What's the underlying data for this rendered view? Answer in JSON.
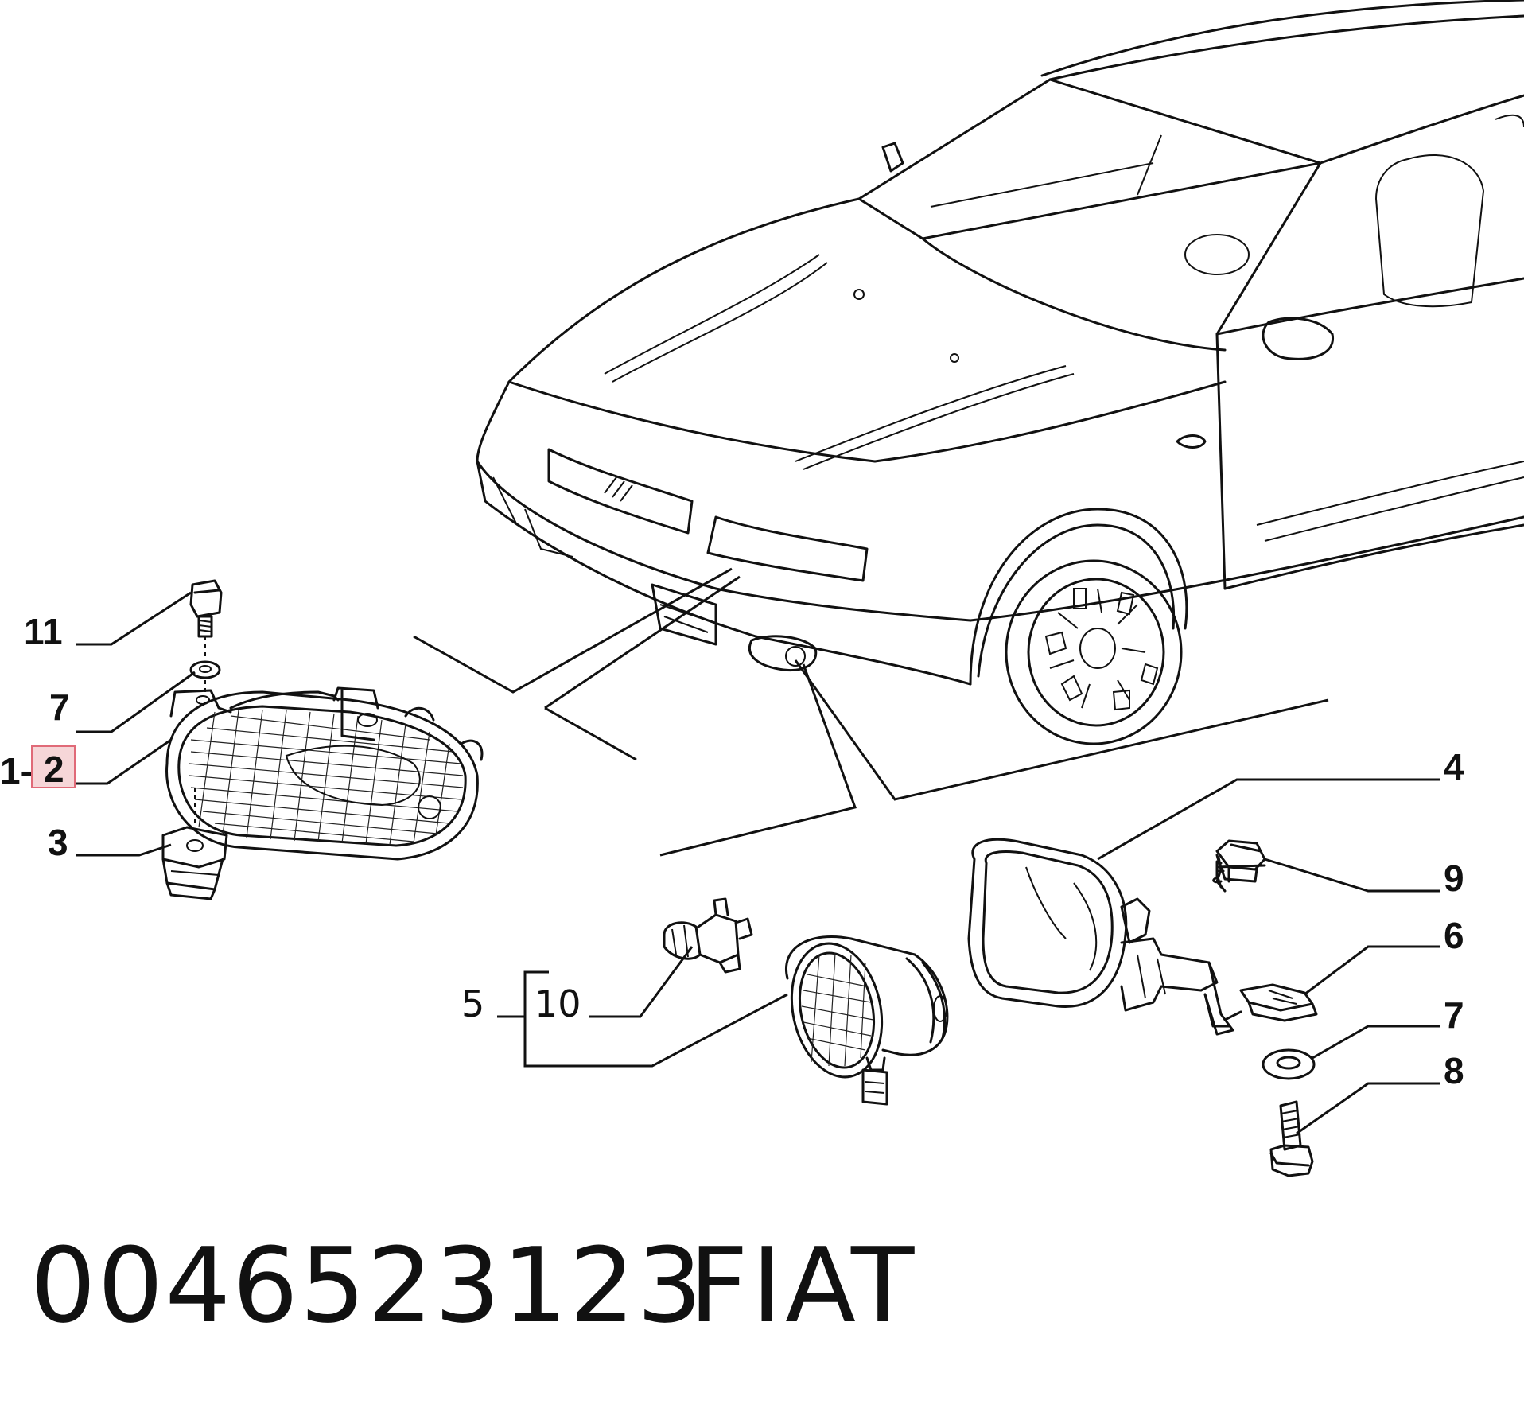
{
  "callouts": {
    "c11": "11",
    "c7_left": "7",
    "c1_prefix": "1-",
    "c2": "2",
    "c3": "3",
    "c4": "4",
    "c9": "9",
    "c6": "6",
    "c7_right": "7",
    "c8": "8",
    "c5": "5",
    "c10": "10"
  },
  "footer": {
    "part_number": "0046523123",
    "brand": "FIAT"
  },
  "colors": {
    "highlight_fill": "#f6d6d8",
    "highlight_stroke": "#e06a78",
    "ink": "#111111"
  }
}
